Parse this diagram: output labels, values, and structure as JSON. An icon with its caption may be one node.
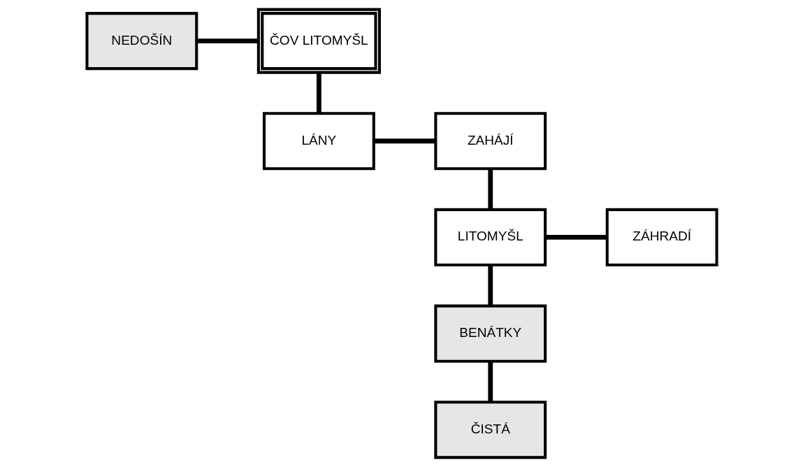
{
  "diagram": {
    "nodes": [
      {
        "text": [
          "NEDOŠÍN"
        ]
      },
      {
        "text": [
          "ČOV LITOMYŠL"
        ]
      },
      {
        "text": [
          "LÁNY"
        ]
      },
      {
        "text": [
          "ZAHÁJÍ"
        ]
      },
      {
        "text": [
          "LITOMYŠL"
        ]
      },
      {
        "text": [
          "ZÁHRADÍ"
        ]
      },
      {
        "text": [
          "BENÁTKY"
        ]
      },
      {
        "text": [
          "ČISTÁ"
        ]
      }
    ],
    "edges": [
      {
        "from": 0,
        "to": 1,
        "arrow": "none"
      },
      {
        "from": 1,
        "to": 2,
        "arrow": "none"
      },
      {
        "from": 2,
        "to": 3,
        "arrow": "none"
      },
      {
        "from": 3,
        "to": 4,
        "arrow": "none"
      },
      {
        "from": 4,
        "to": 5,
        "arrow": "none"
      },
      {
        "from": 4,
        "to": 6,
        "arrow": "none"
      },
      {
        "from": 6,
        "to": 7,
        "arrow": "none"
      }
    ]
  }
}
